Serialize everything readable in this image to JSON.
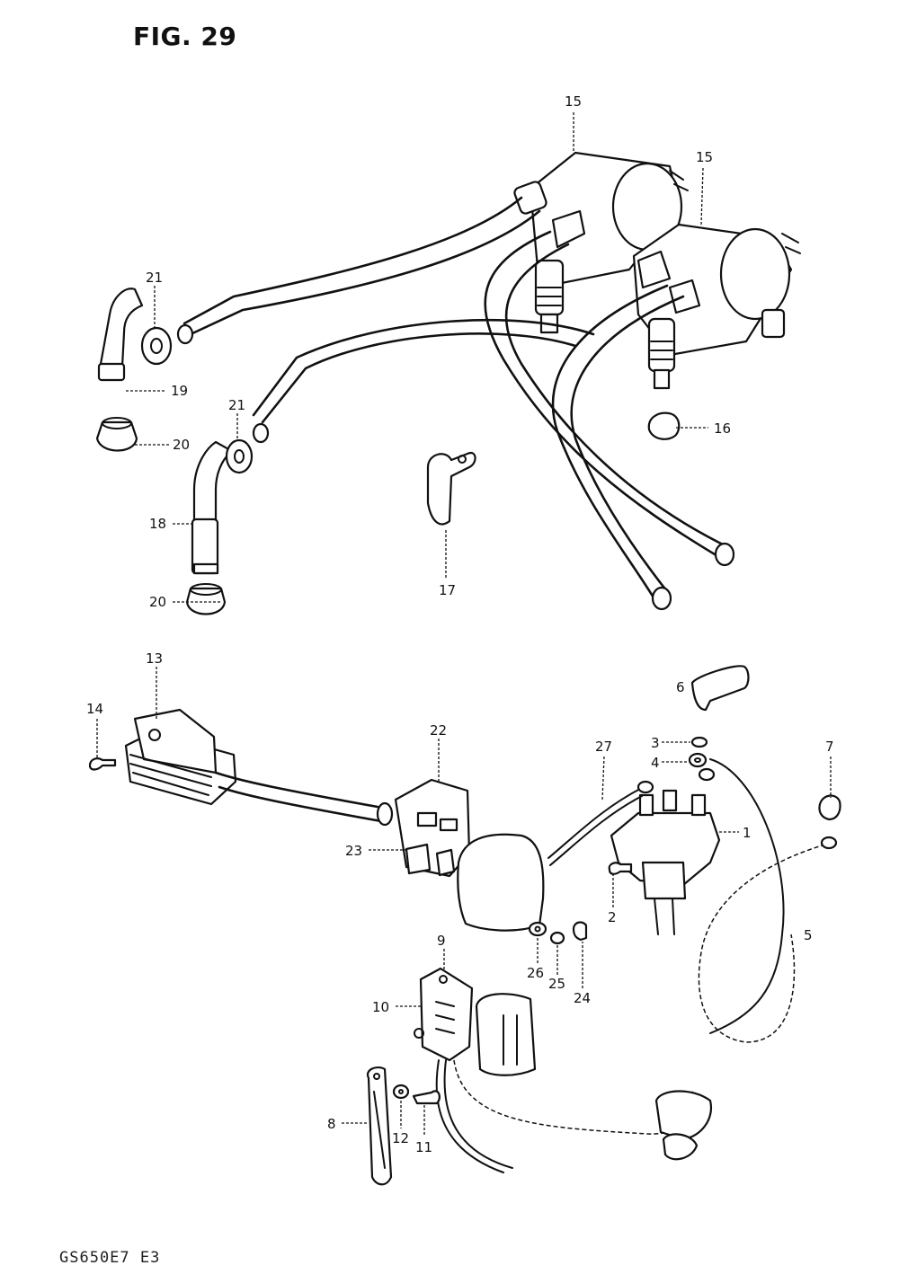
{
  "figure": {
    "title": "FIG. 29",
    "model_code": "GS650E7 E3"
  },
  "callouts": {
    "c1": "1",
    "c2": "2",
    "c3": "3",
    "c4": "4",
    "c5": "5",
    "c6": "6",
    "c7": "7",
    "c8": "8",
    "c9": "9",
    "c10": "10",
    "c11": "11",
    "c12": "12",
    "c13": "13",
    "c14": "14",
    "c15a": "15",
    "c15b": "15",
    "c16": "16",
    "c17": "17",
    "c18": "18",
    "c19": "19",
    "c20a": "20",
    "c20b": "20",
    "c21a": "21",
    "c21b": "21",
    "c22": "22",
    "c23": "23",
    "c24": "24",
    "c25": "25",
    "c26": "26",
    "c27": "27"
  }
}
